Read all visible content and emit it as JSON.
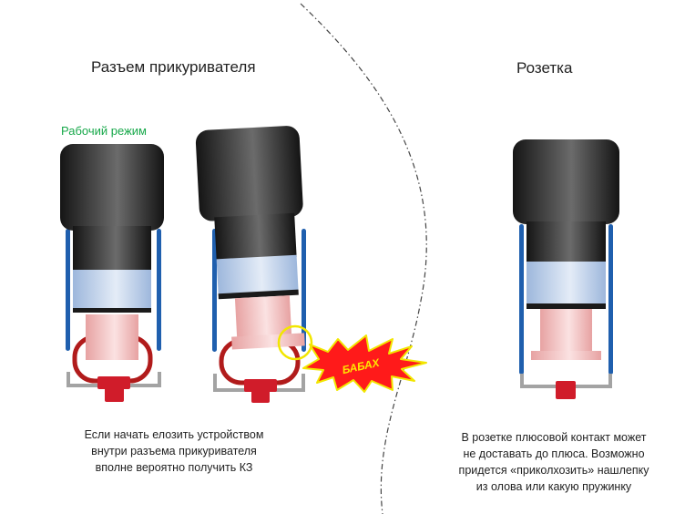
{
  "texts": {
    "title_left": "Разъем прикуривателя",
    "title_right": "Розетка",
    "mode_label": "Рабочий режим",
    "bang": "БАБАХ",
    "note_left": [
      "Если начать елозить устройством",
      "внутри разъема прикуривателя",
      "вполне вероятно получить КЗ"
    ],
    "note_right": [
      "В розетке плюсовой контакт может",
      "не доставать до плюса. Возможно",
      "придется «приколхозить» нашлепку",
      "из олова или какую пружинку"
    ]
  },
  "colors": {
    "plug_body_dark": "#1e1e1e",
    "plug_body_light": "#6b6b6b",
    "band_blue": "#b7cbe6",
    "tip_pink": "#ecb2b2",
    "socket_wall": "#1f5fae",
    "spring_red": "#b11b1b",
    "terminal_red": "#d01c2a",
    "bracket_gray": "#a3a3a3",
    "mode_green": "#17a84a",
    "highlight_yellow": "#f2e600",
    "bang_fill": "#ff1a1a",
    "bang_text": "#ffe600",
    "divider": "#444444"
  }
}
